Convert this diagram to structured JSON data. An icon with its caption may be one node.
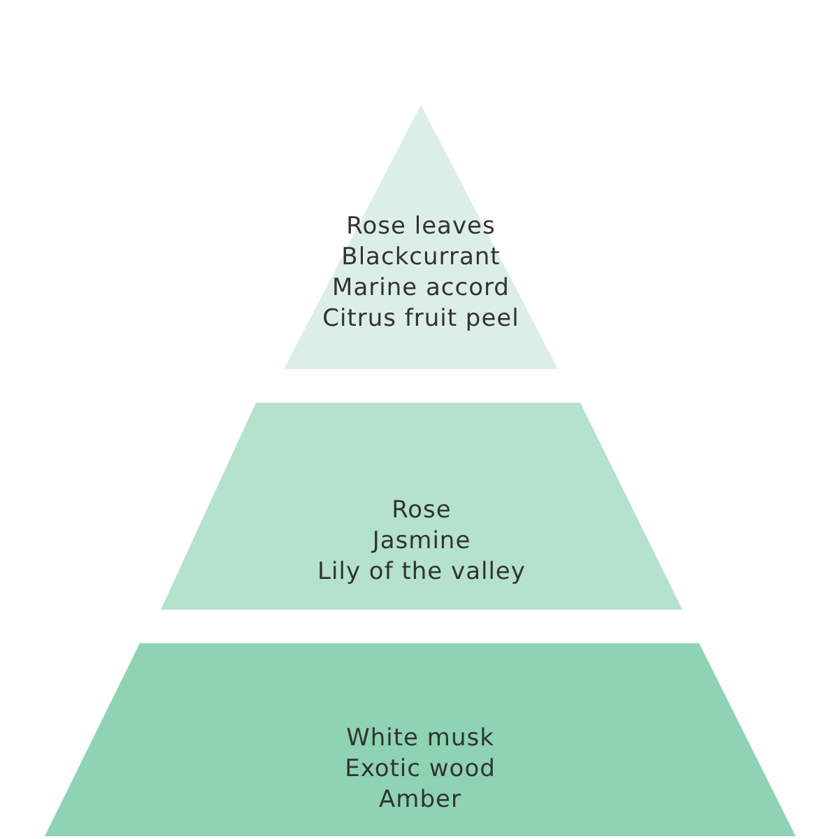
{
  "diagram": {
    "nodes": [
      {
        "text": [
          "Rose leaves",
          "Blackcurrant",
          "Marine accord",
          "Citrus fruit peel"
        ]
      },
      {
        "text": [
          "Rose",
          "Jasmine",
          "Lily of the valley"
        ]
      },
      {
        "text": [
          "White musk",
          "Exotic wood",
          "Amber"
        ]
      }
    ]
  }
}
